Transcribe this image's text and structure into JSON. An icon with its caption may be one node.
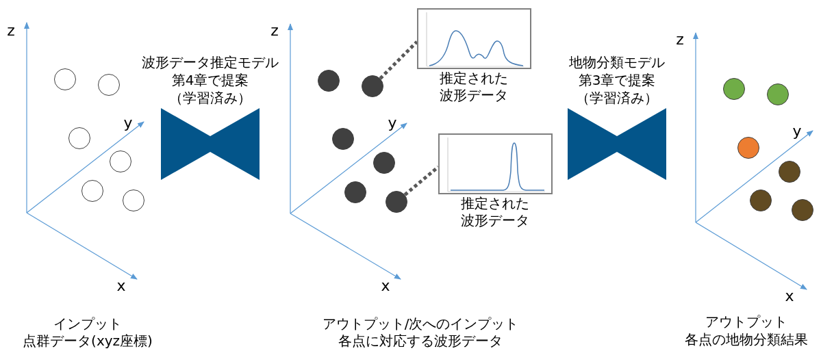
{
  "diagram": {
    "nodes": [
      {
        "text": [],
        "shape": "circle"
      },
      {
        "text": [],
        "shape": "circle"
      },
      {
        "text": [],
        "shape": "circle"
      },
      {
        "text": [],
        "shape": "circle"
      },
      {
        "text": [],
        "shape": "circle"
      },
      {
        "text": [],
        "shape": "circle"
      },
      {
        "text": [
          "波形データ推定モデル",
          "第4章で提案",
          "（学習済み）"
        ]
      },
      {
        "text": [],
        "shape": "circle"
      },
      {
        "text": [],
        "shape": "circle"
      },
      {
        "text": [],
        "shape": "circle"
      },
      {
        "text": [],
        "shape": "circle"
      },
      {
        "text": [],
        "shape": "circle"
      },
      {
        "text": [],
        "shape": "circle"
      },
      {
        "text": [
          "推定された波形データ"
        ]
      },
      {
        "text": [
          "推定された波形データ"
        ]
      },
      {
        "text": [
          "地物分類モデル",
          "第3章で提案",
          "（学習済み）"
        ]
      },
      {
        "text": [],
        "shape": "circle"
      },
      {
        "text": [],
        "shape": "circle"
      },
      {
        "text": [],
        "shape": "circle"
      },
      {
        "text": [],
        "shape": "circle"
      },
      {
        "text": [],
        "shape": "circle"
      },
      {
        "text": [],
        "shape": "circle"
      }
    ],
    "edges": [
      {
        "from": 8,
        "to": 13,
        "arrow": "none",
        "style": "dashed"
      },
      {
        "from": 12,
        "to": 14,
        "arrow": "none",
        "style": "dashed"
      }
    ],
    "labels": [
      "z",
      "y",
      "x",
      "z",
      "y",
      "x",
      "z",
      "y",
      "x",
      "インプット",
      "点群データ(xyz座標)",
      "アウトプット/次へのインプット",
      "各点に対応する波形データ",
      "アウトプット",
      "各点の地物分類結果"
    ]
  }
}
